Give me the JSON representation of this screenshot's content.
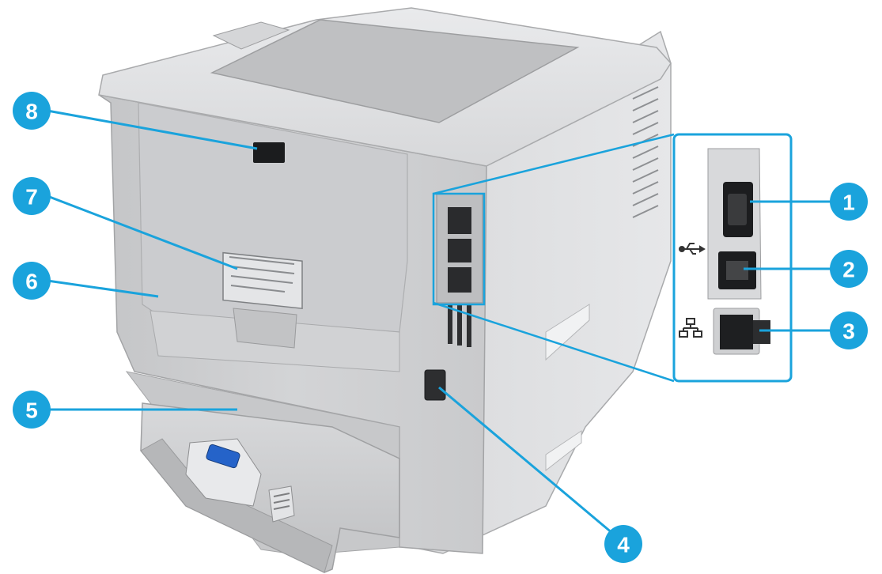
{
  "figure": {
    "accent_color": "#1aa3dc",
    "callouts": [
      {
        "id": "1",
        "label": "1"
      },
      {
        "id": "2",
        "label": "2"
      },
      {
        "id": "3",
        "label": "3"
      },
      {
        "id": "4",
        "label": "4"
      },
      {
        "id": "5",
        "label": "5"
      },
      {
        "id": "6",
        "label": "6"
      },
      {
        "id": "7",
        "label": "7"
      },
      {
        "id": "8",
        "label": "8"
      }
    ],
    "port_icons": [
      "usb-icon",
      "network-icon"
    ]
  }
}
